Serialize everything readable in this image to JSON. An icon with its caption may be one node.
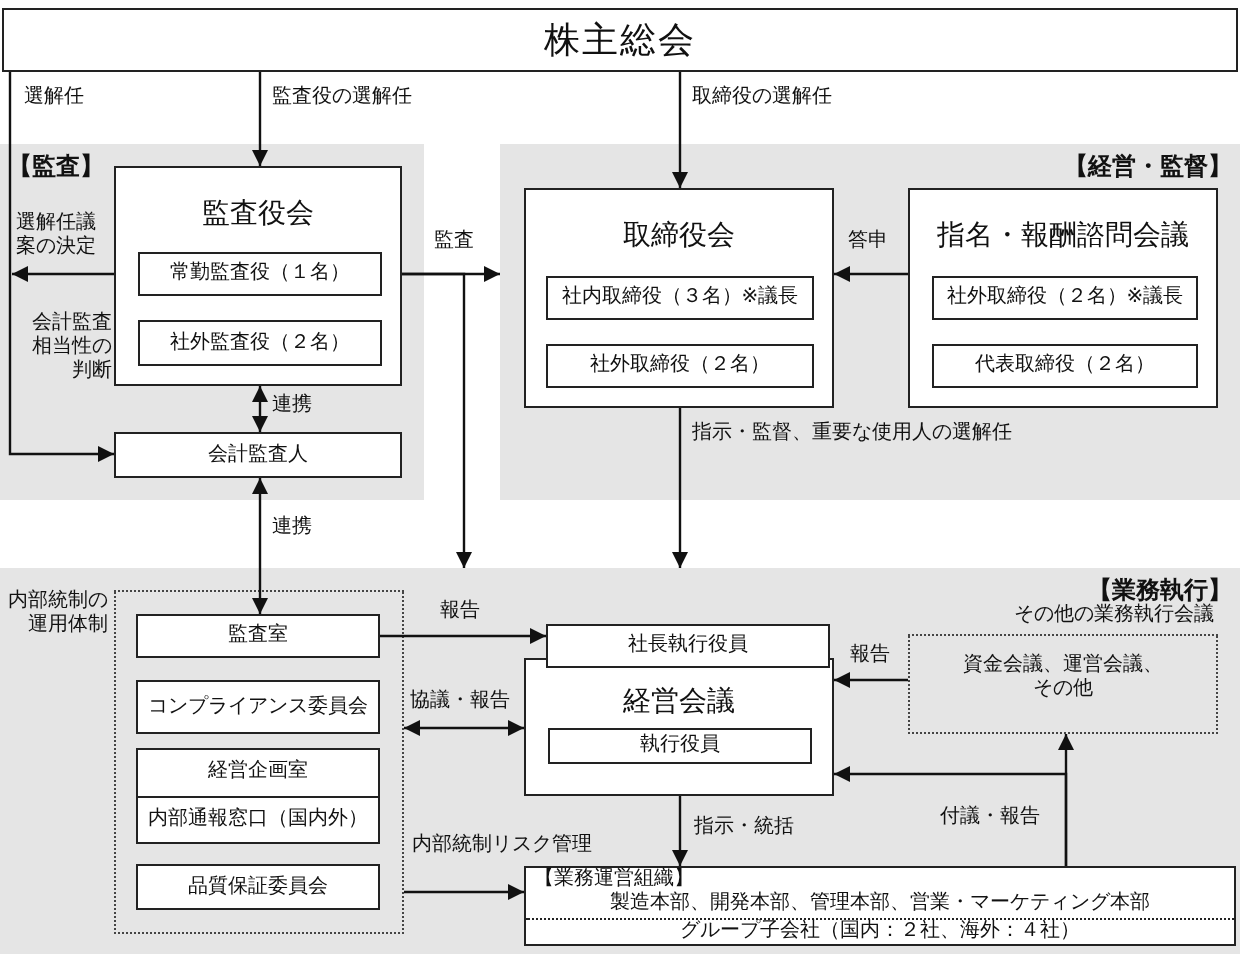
{
  "diagram": {
    "nodes": [
      {
        "text": [
          "株主総会"
        ]
      },
      {
        "text": [
          "【監査】"
        ]
      },
      {
        "text": [
          "監査役会"
        ],
        "in": 1
      },
      {
        "text": [
          "常勤監査役（１名）"
        ],
        "in": 2
      },
      {
        "text": [
          "社外監査役（２名）"
        ],
        "in": 2
      },
      {
        "text": [
          "会計監査人"
        ],
        "in": 1
      },
      {
        "text": [
          "【経営・監督】"
        ]
      },
      {
        "text": [
          "取締役会"
        ],
        "in": 6
      },
      {
        "text": [
          "社内取締役（３名）※議長"
        ],
        "in": 7
      },
      {
        "text": [
          "社外取締役（２名）"
        ],
        "in": 7
      },
      {
        "text": [
          "指名・報酬諮問会議"
        ],
        "in": 6
      },
      {
        "text": [
          "社外取締役（２名）※議長"
        ],
        "in": 10
      },
      {
        "text": [
          "代表取締役（２名）"
        ],
        "in": 10
      },
      {
        "text": [
          "【業務執行】"
        ]
      },
      {
        "text": [
          "内部統制の運用体制"
        ],
        "in": 13
      },
      {
        "text": [
          "監査室"
        ],
        "in": 14
      },
      {
        "text": [
          "コンプライアンス委員会"
        ],
        "in": 14
      },
      {
        "text": [
          "経営企画室",
          "内部通報窓口（国内外）"
        ],
        "in": 14
      },
      {
        "text": [
          "品質保証委員会"
        ],
        "in": 14
      },
      {
        "text": [
          "経営会議"
        ],
        "in": 13
      },
      {
        "text": [
          "社長執行役員"
        ],
        "in": 13
      },
      {
        "text": [
          "執行役員"
        ],
        "in": 19
      },
      {
        "text": [
          "その他の業務執行会議"
        ],
        "in": 13
      },
      {
        "text": [
          "資金会議、運営会議、その他"
        ],
        "in": 22
      },
      {
        "text": [
          "【業務運営組織】",
          "製造本部、開発本部、管理本部、営業・マーケティング本部",
          "グループ子会社（国内：２社、海外：４社）"
        ],
        "in": 13
      }
    ],
    "edges": [
      {
        "from": 0,
        "to": 2,
        "arrow": "to",
        "label": "監査役の選解任"
      },
      {
        "from": 0,
        "to": 5,
        "arrow": "to",
        "label": "選解任"
      },
      {
        "from": 2,
        "to": null,
        "arrow": "to",
        "label": "選解任議案の決定"
      },
      {
        "from": 0,
        "to": 7,
        "arrow": "to",
        "label": "取締役の選解任"
      },
      {
        "from": 2,
        "to": 5,
        "arrow": "both",
        "label": "連携"
      },
      {
        "from": 15,
        "to": 5,
        "arrow": "both",
        "label": "連携"
      },
      {
        "from": 2,
        "to": 6,
        "arrow": "to",
        "label": "監査"
      },
      {
        "from": 2,
        "to": 13,
        "arrow": "to"
      },
      {
        "from": 10,
        "to": 7,
        "arrow": "to",
        "label": "答申"
      },
      {
        "from": 7,
        "to": 13,
        "arrow": "to",
        "label": "指示・監督、重要な使用人の選解任"
      },
      {
        "from": 15,
        "to": 20,
        "arrow": "to",
        "label": "報告"
      },
      {
        "from": 14,
        "to": 19,
        "arrow": "both",
        "label": "協議・報告"
      },
      {
        "from": 14,
        "to": 24,
        "arrow": "to",
        "label": "内部統制リスク管理"
      },
      {
        "from": 22,
        "to": 19,
        "arrow": "to",
        "label": "報告"
      },
      {
        "from": 19,
        "to": 24,
        "arrow": "to",
        "label": "指示・統括"
      },
      {
        "from": 24,
        "to": 19,
        "arrow": "to",
        "label": "付議・報告"
      },
      {
        "from": 24,
        "to": 22,
        "arrow": "to"
      }
    ],
    "labels": [
      "会計監査相当性の判断"
    ]
  }
}
